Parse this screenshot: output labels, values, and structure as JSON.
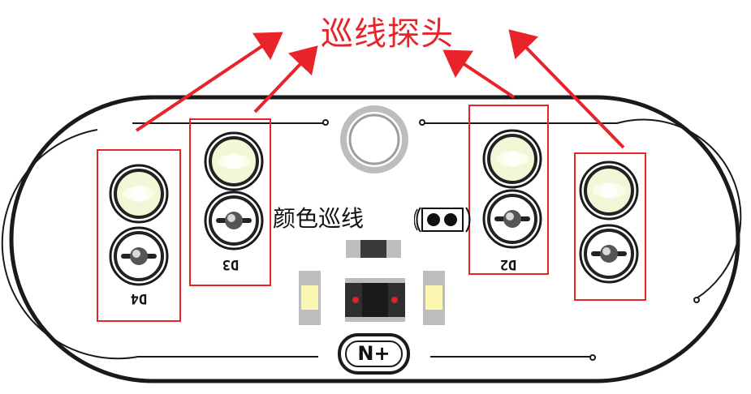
{
  "title": "巡线探头",
  "mode_label": "颜色巡线",
  "sensors": [
    {
      "id": "D4",
      "label": "D4"
    },
    {
      "id": "D3",
      "label": "D3"
    },
    {
      "id": "D2",
      "label": "D2"
    },
    {
      "id": "D1",
      "label": ""
    }
  ],
  "logo_text": "N+",
  "colors": {
    "annotation": "#e8242a",
    "board_outline": "#1a1a1a",
    "led_fill": "#f4f6d8",
    "led_highlight": "#fbfcea"
  }
}
